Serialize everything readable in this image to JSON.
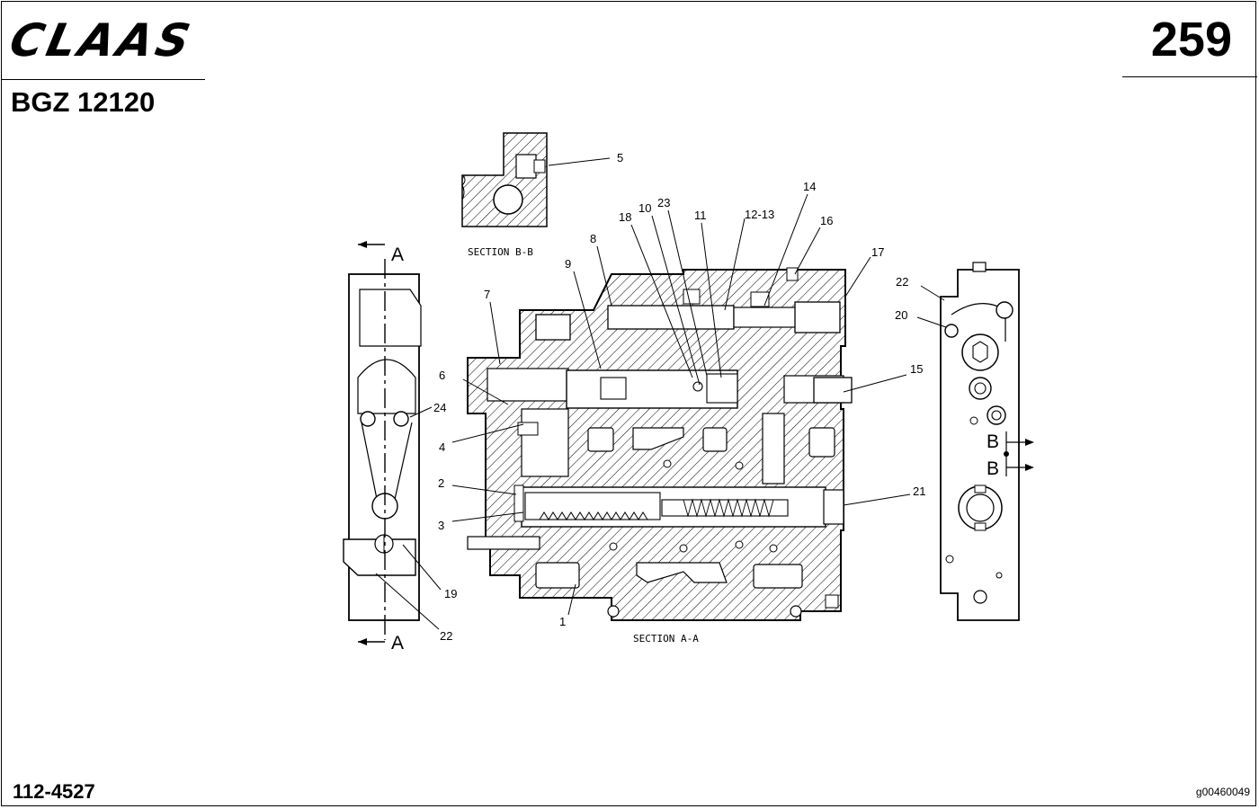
{
  "header": {
    "logo_text": "CLAAS",
    "page_number": "259",
    "document_id": "BGZ 12120"
  },
  "footer": {
    "part_number": "112-4527",
    "image_code": "g00460049"
  },
  "diagram": {
    "section_bb_label": "SECTION B-B",
    "section_aa_label": "SECTION A-A",
    "cut_marks": {
      "a_top": "A",
      "a_bottom": "A",
      "b_top": "B",
      "b_bottom": "B"
    },
    "callouts": {
      "c1": "1",
      "c2": "2",
      "c3": "3",
      "c4": "4",
      "c5": "5",
      "c6": "6",
      "c7": "7",
      "c8": "8",
      "c9": "9",
      "c10": "10",
      "c11": "11",
      "c12_13": "12-13",
      "c14": "14",
      "c15": "15",
      "c16": "16",
      "c17": "17",
      "c18": "18",
      "c19": "19",
      "c20": "20",
      "c21": "21",
      "c22_left": "22",
      "c22_right": "22",
      "c23": "23",
      "c24": "24"
    }
  }
}
